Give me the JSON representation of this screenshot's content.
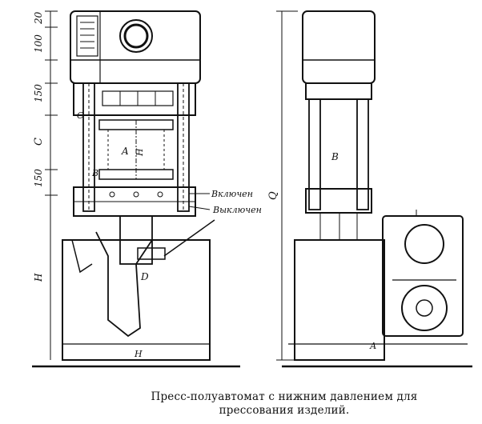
{
  "figure": {
    "caption_line1": "Пресс-полуавтомат с нижним давлением для",
    "caption_line2": "прессования изделий."
  },
  "front_view": {
    "dimensions": [
      "20",
      "100",
      "150",
      "C",
      "150",
      "Н"
    ],
    "labels": {
      "a": "A",
      "b": "В",
      "d": "D",
      "h": "Н",
      "c": "С"
    },
    "callouts": [
      "Включен",
      "Выключен"
    ]
  },
  "side_view": {
    "labels": {
      "b": "В",
      "a": "А",
      "q": "Q"
    }
  }
}
